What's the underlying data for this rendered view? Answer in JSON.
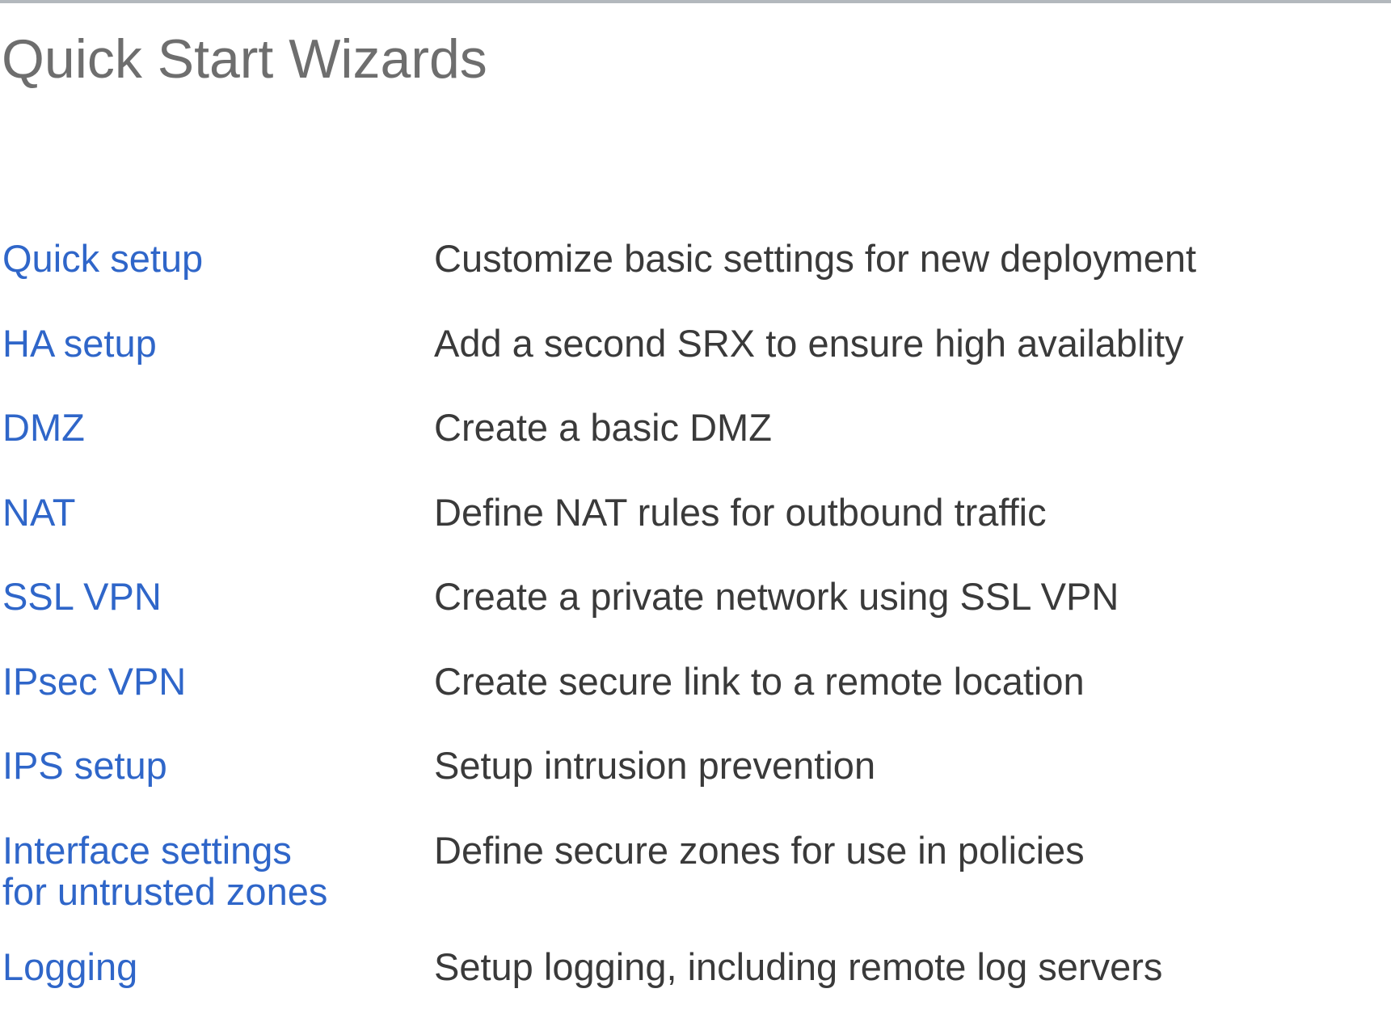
{
  "page": {
    "title": "Quick Start Wizards"
  },
  "wizards": [
    {
      "label": "Quick setup",
      "description": "Customize basic settings for new deployment"
    },
    {
      "label": "HA setup",
      "description": "Add a second SRX to ensure high availablity"
    },
    {
      "label": "DMZ",
      "description": "Create a basic DMZ"
    },
    {
      "label": "NAT",
      "description": "Define NAT rules for outbound traffic"
    },
    {
      "label": "SSL VPN",
      "description": "Create a private network using SSL VPN"
    },
    {
      "label": "IPsec VPN",
      "description": "Create secure link to a remote location"
    },
    {
      "label": "IPS setup",
      "description": "Setup intrusion prevention"
    },
    {
      "label": "Interface settings\nfor untrusted zones",
      "description": "Define secure zones for use in policies"
    },
    {
      "label": "Logging",
      "description": "Setup logging, including remote log servers"
    }
  ],
  "colors": {
    "link": "#2f66c9",
    "title": "#6e6e6e",
    "description": "#3a3a3a",
    "rule": "#b3b8bd"
  }
}
